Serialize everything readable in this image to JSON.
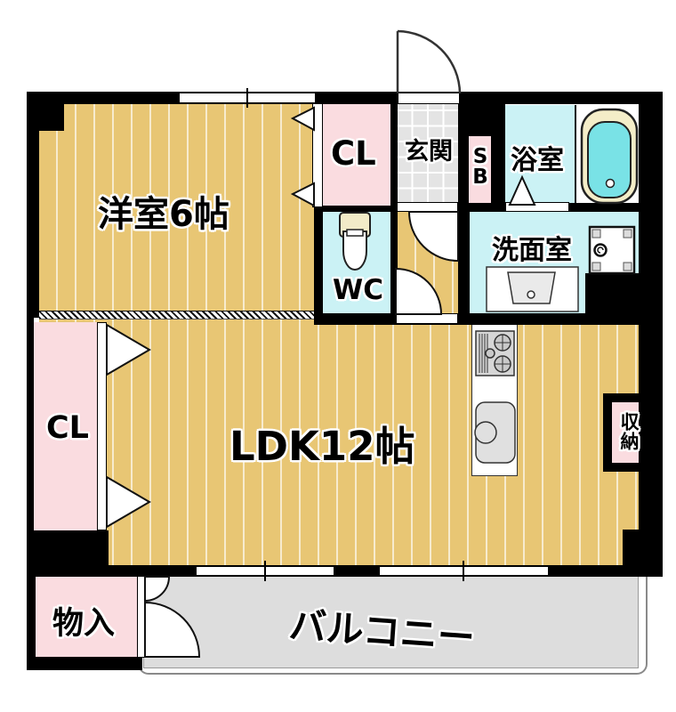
{
  "rooms": {
    "western_room": {
      "label": "洋室6帖"
    },
    "closet_top": {
      "label": "CL"
    },
    "entrance": {
      "label": "玄関"
    },
    "shoebox": {
      "label": "S\nB"
    },
    "bathroom": {
      "label": "浴室"
    },
    "toilet": {
      "label": "WC"
    },
    "washroom": {
      "label": "洗面室"
    },
    "ldk": {
      "label": "LDK12帖"
    },
    "closet_left": {
      "label": "CL"
    },
    "storage_right": {
      "label": "収納"
    },
    "storage_bottom": {
      "label": "物入"
    },
    "balcony": {
      "label": "バルコニー"
    }
  },
  "colors": {
    "floor": "#E8C674",
    "closet_pink": "#FADCE0",
    "wet_room_cyan": "#CBF2F5",
    "bathtub_inner": "#79E2E6",
    "bathtub_rim": "#F4EDC8",
    "entrance_tile": "#E4E4E4",
    "balcony_gray": "#DDDDDD",
    "wall": "#000000"
  }
}
